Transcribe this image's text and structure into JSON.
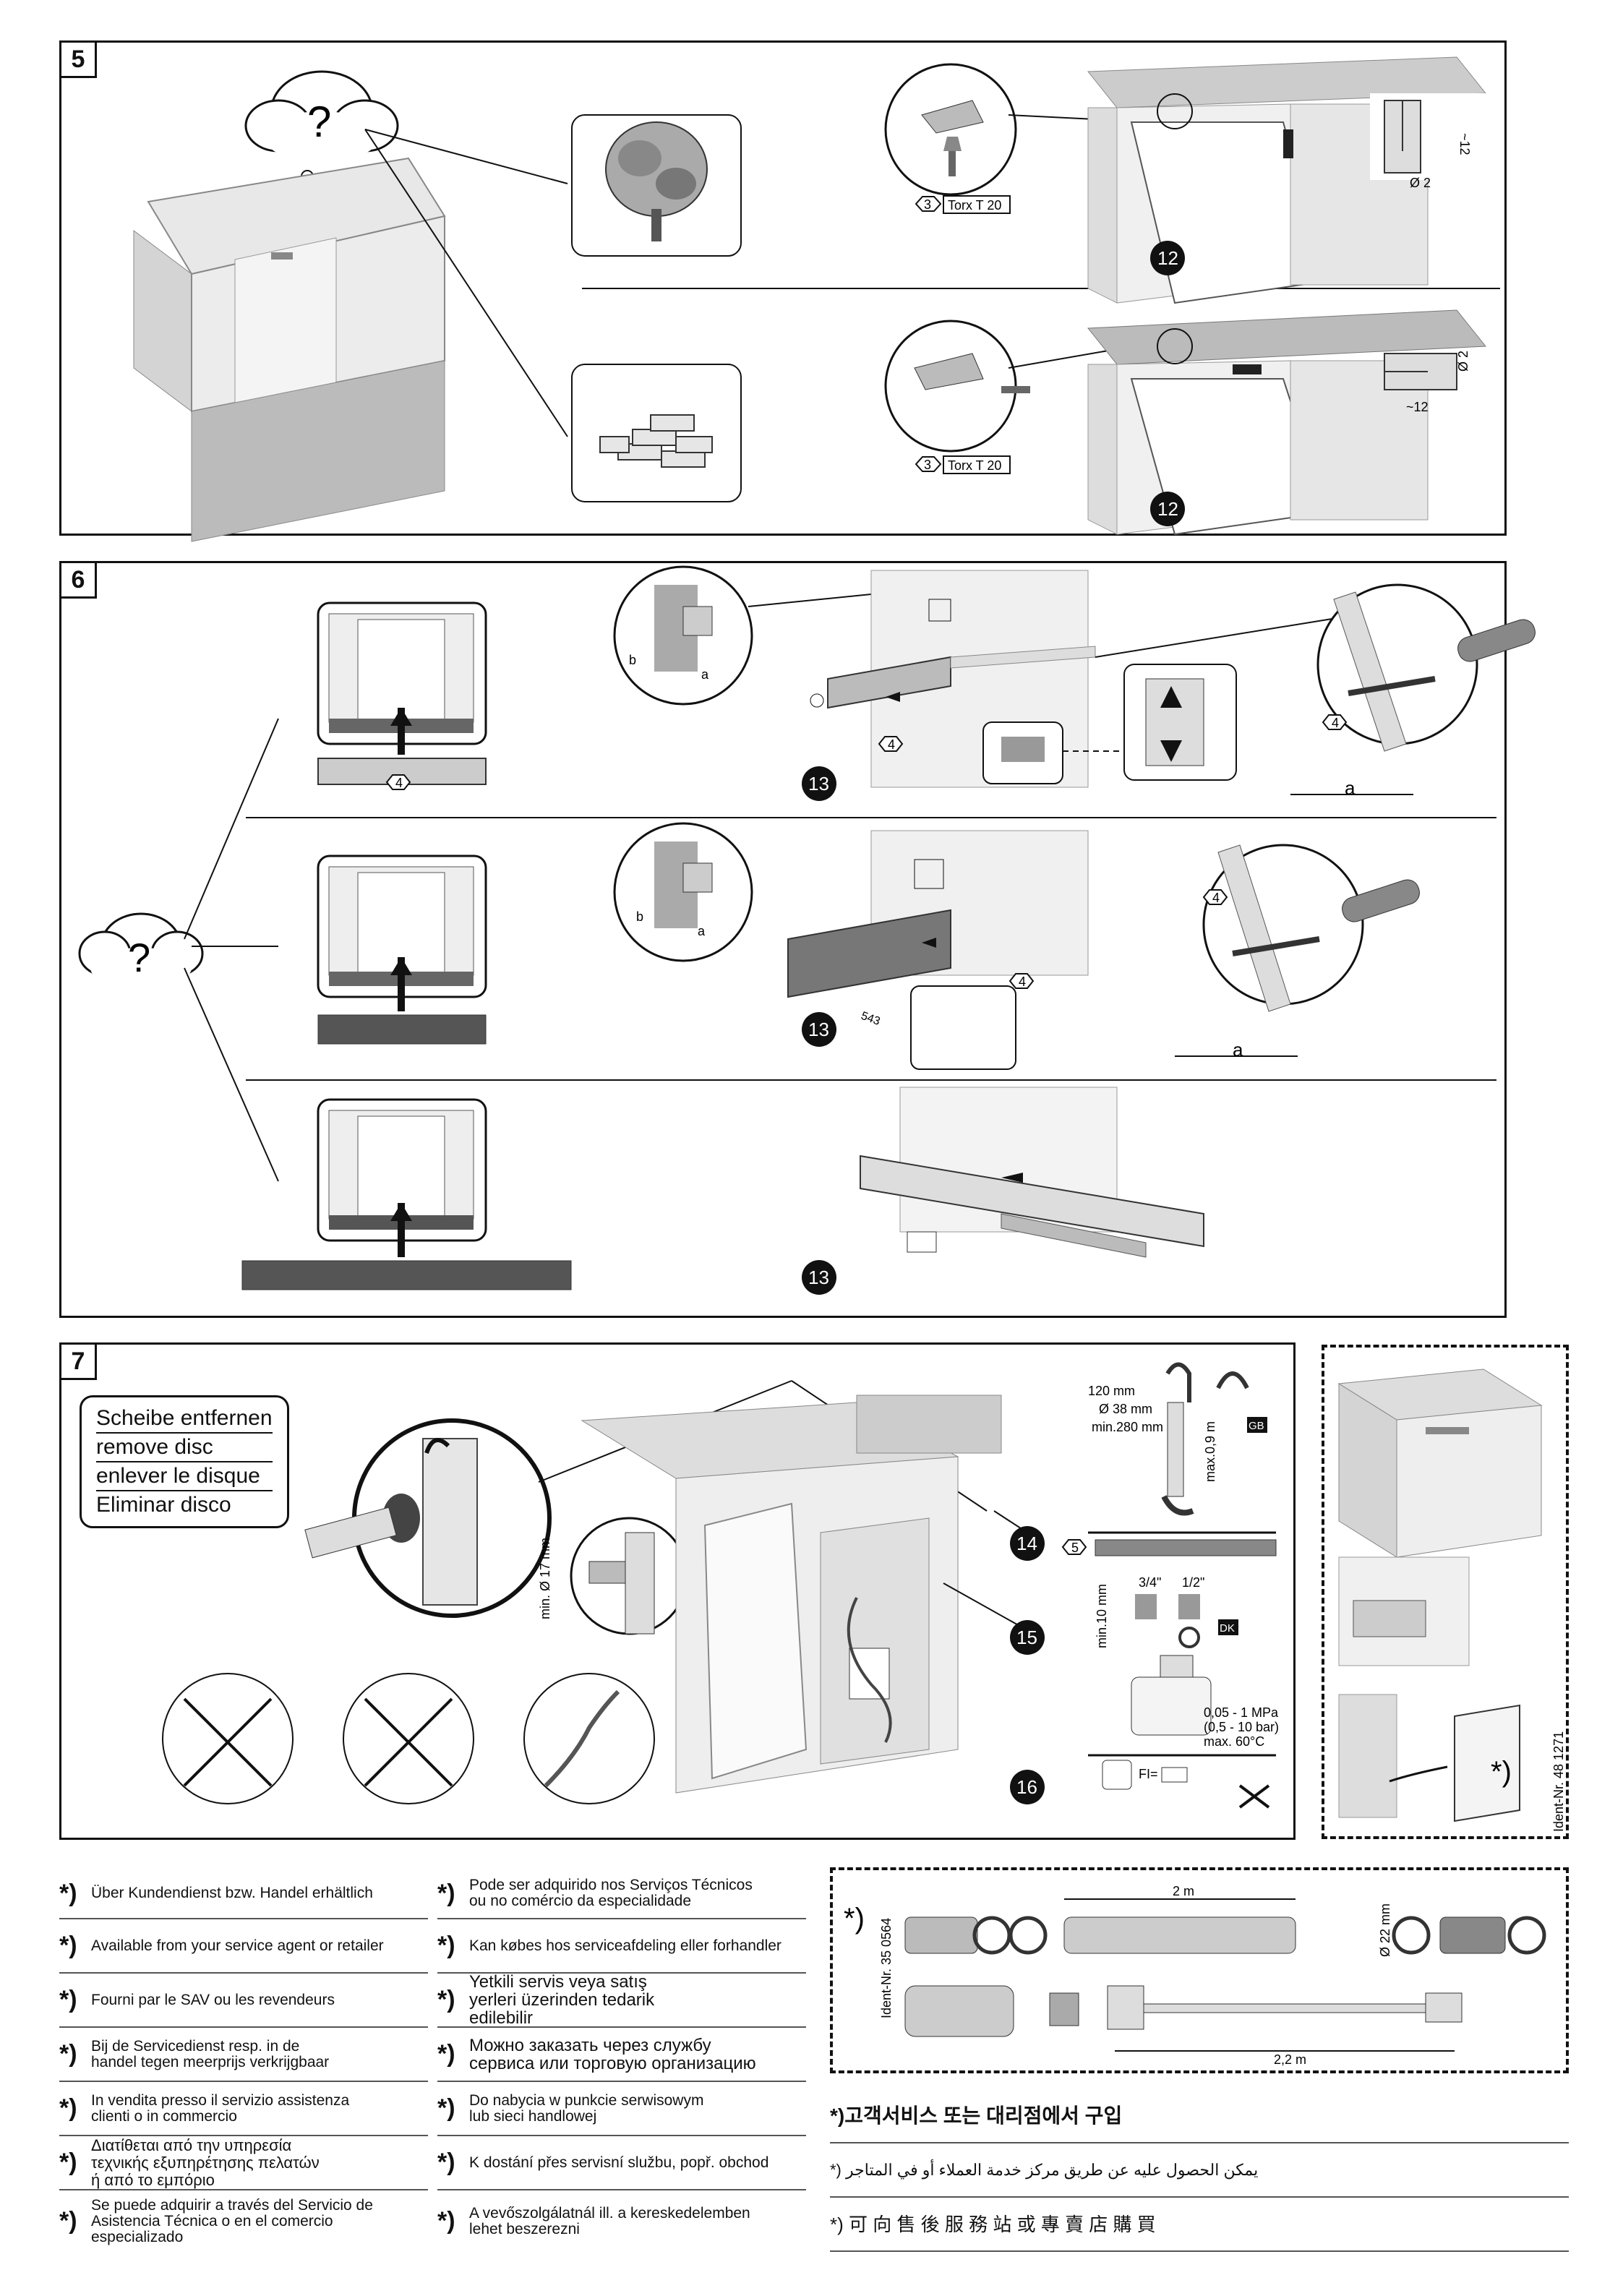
{
  "steps": {
    "s5": {
      "num": "5",
      "question": "?",
      "torx": "Torx T 20",
      "torx_count": "3",
      "badge": "12",
      "dim_12": "~12",
      "dim_d2": "Ø 2"
    },
    "s6": {
      "num": "6",
      "question": "?",
      "count4": "4",
      "badge": "13",
      "dim_a": "a",
      "dim_b": "b",
      "dim_543": "543"
    },
    "s7": {
      "num": "7",
      "disc": [
        "Scheibe entfernen",
        "remove disc",
        "enlever le disque",
        "Eliminar disco"
      ],
      "min_d17": "min. Ø 17 mm",
      "badges": [
        "14",
        "15",
        "16"
      ],
      "gb": {
        "h120": "120 mm",
        "d38": "Ø 38 mm",
        "min280": "min.280 mm",
        "max09": "max.0,9 m",
        "tag": "GB",
        "count5": "5"
      },
      "dk": {
        "min10": "min.10 mm",
        "t34": "3/4\"",
        "t12": "1/2\"",
        "tag": "DK",
        "p1": "0,05 - 1 MPa",
        "p2": "(0,5 - 10 bar)",
        "p3": "max. 60°C"
      },
      "fi": "FI="
    }
  },
  "ident1": "Ident-Nr. 48 1271",
  "ident2": "Ident-Nr. 35 0564",
  "accessory": {
    "len1": "2 m",
    "len2": "2,2 m",
    "dia": "Ø 22 mm",
    "star": "*)"
  },
  "legend_left": [
    "Über Kundendienst bzw. Handel erhältlich",
    "Available from your service agent or retailer",
    "Fourni par le SAV ou les revendeurs",
    "Bij de Servicedienst resp. in de handel tegen meerprijs verkrijgbaar",
    "In vendita presso il servizio assistenza clienti o in commercio",
    "Διατίθεται από την υπηρεσία τεχνικής εξυπηρέτησης πελατών ή από το εμπόριο",
    "Se puede adquirir a través del Servicio de Asistencia Técnica o en el comercio especializado"
  ],
  "legend_mid": [
    "Pode ser adquirido nos Serviços Técnicos ou no comércio da especialidade",
    "Kan købes hos serviceafdeling eller forhandler",
    "Yetkili servis veya satış yerleri üzerinden tedarik edilebilir",
    "Можно заказать через службу сервиса или торговую организацию",
    "Do nabycia w punkcie serwisowym lub sieci handlowej",
    "K dostání přes servisní službu, popř. obchod",
    "A vevőszolgálatnál ill. a kereskedelemben lehet beszerezni"
  ],
  "legend_right": [
    "*)고객서비스 또는 대리점에서 구입",
    "*) يمكن الحصول عليه عن طريق مركز خدمة العملاء أو في المتاجر",
    "*) 可 向 售 後 服 務 站 或 專 賣 店 購 買"
  ],
  "star": "*)"
}
